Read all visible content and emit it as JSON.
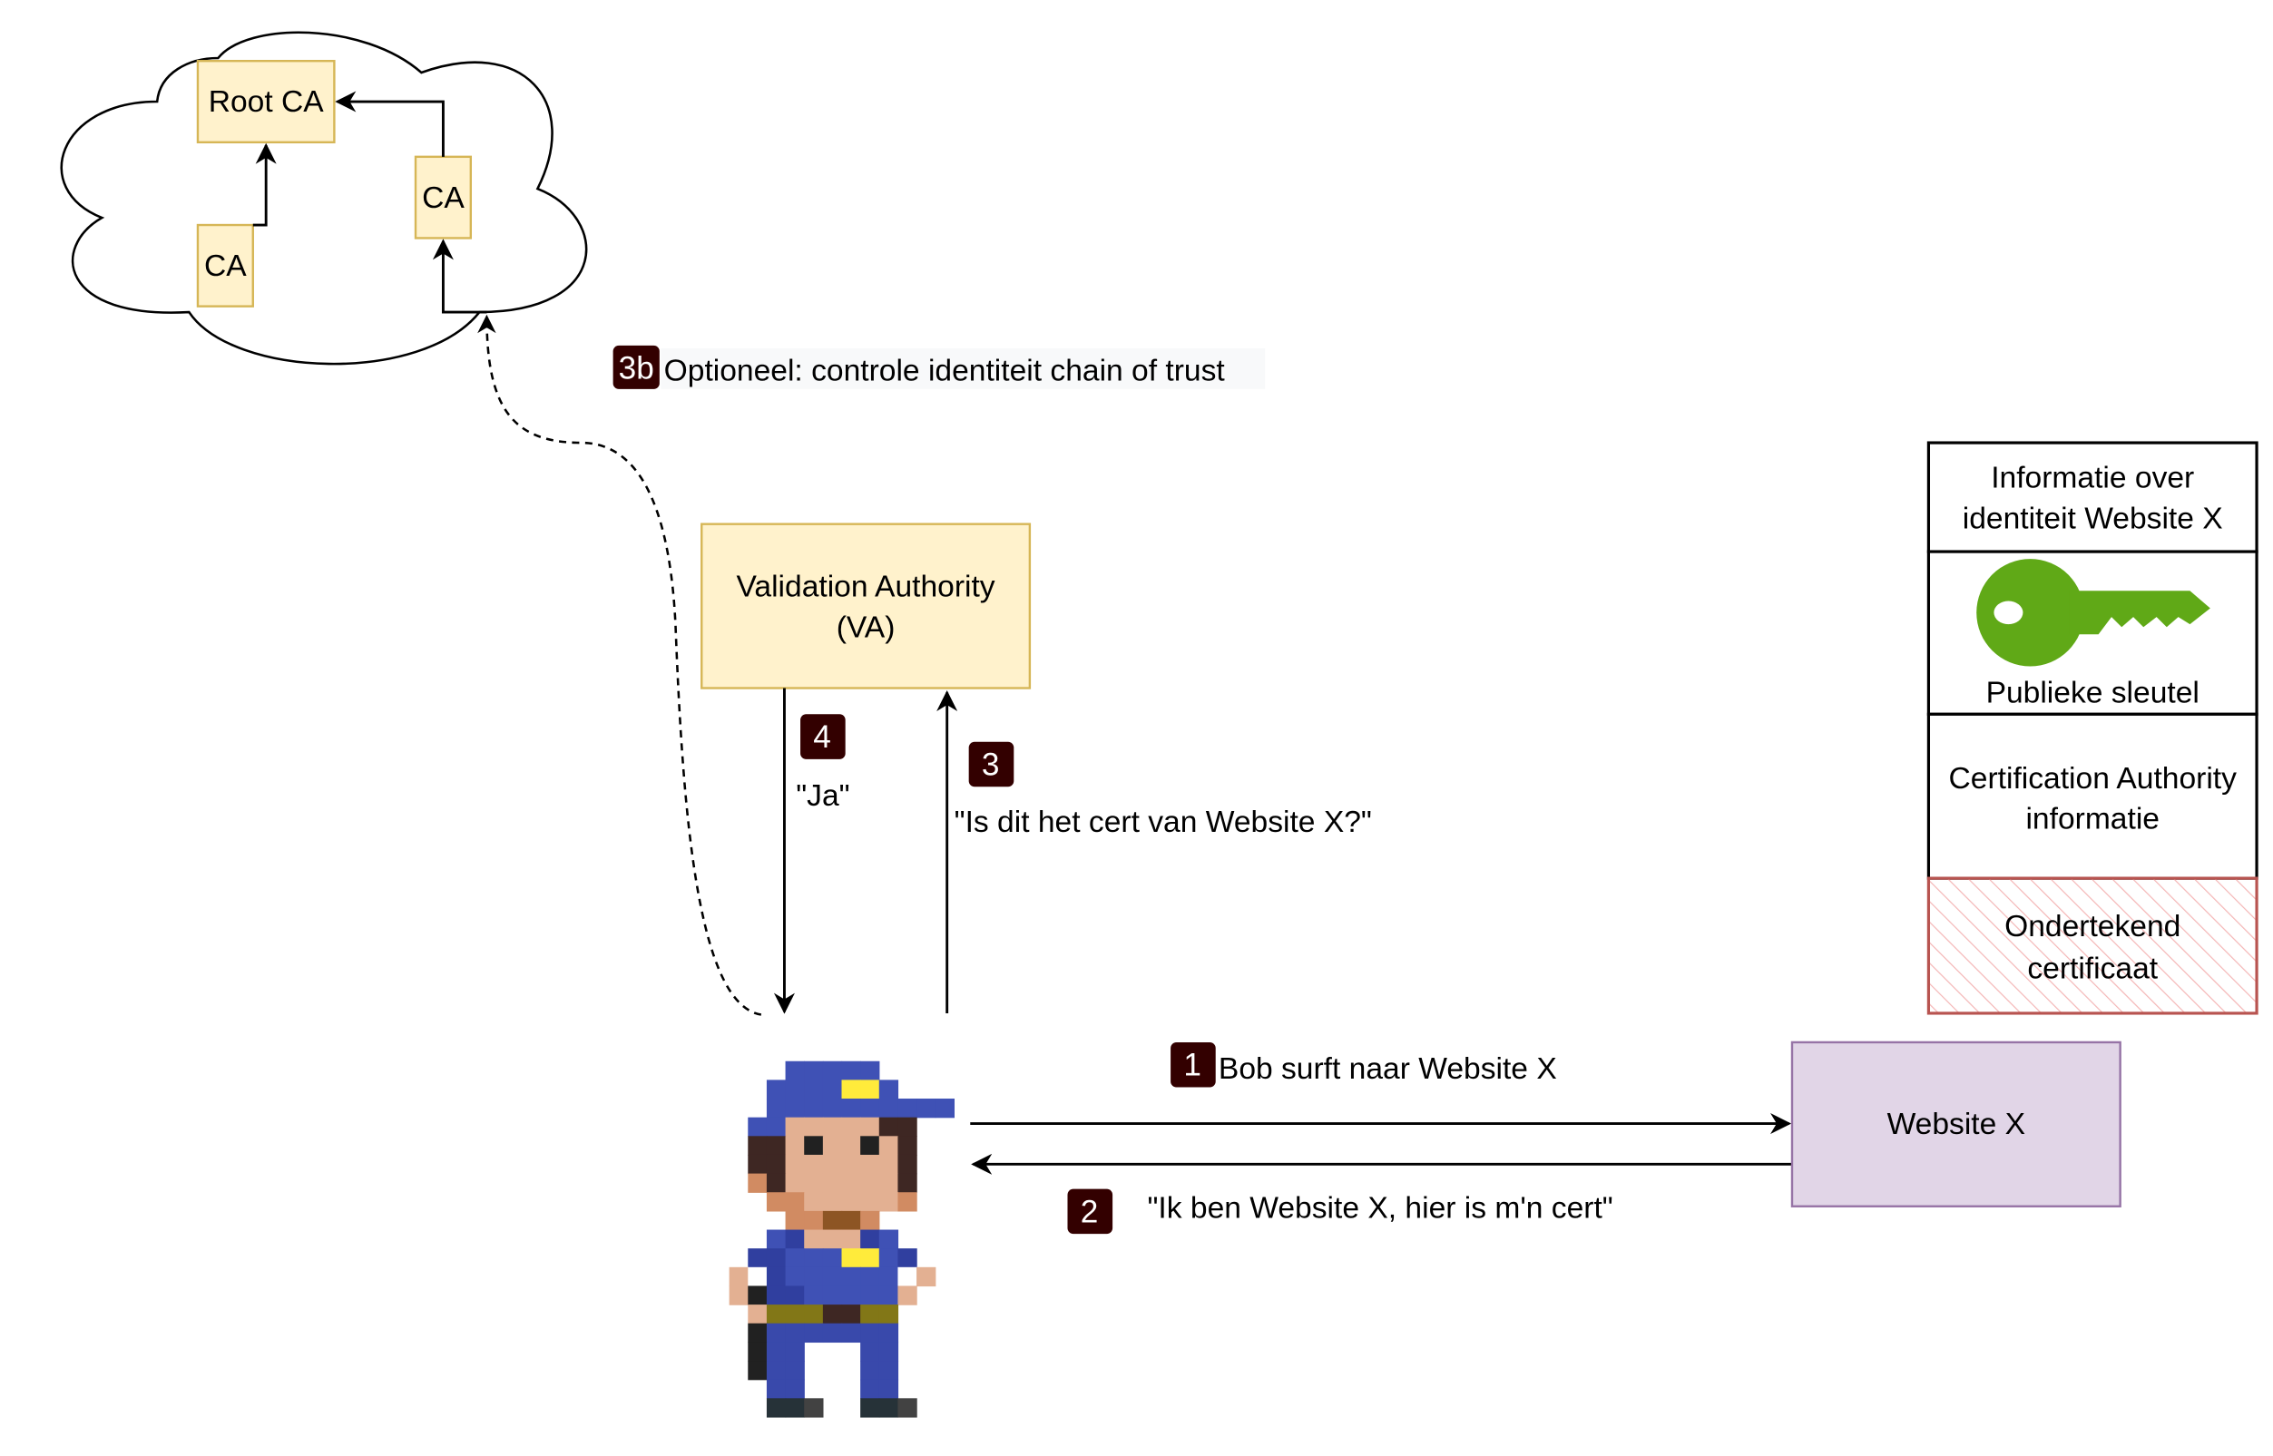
{
  "trust_chain": {
    "root_ca": "Root CA",
    "ca_left": "CA",
    "ca_right": "CA"
  },
  "optional_step": {
    "badge": "3b",
    "text": "Optioneel: controle identiteit chain of trust"
  },
  "va": {
    "line1": "Validation Authority",
    "line2": "(VA)"
  },
  "steps": [
    {
      "badge": "1",
      "text": "Bob surft naar Website X"
    },
    {
      "badge": "2",
      "text": "\"Ik ben Website X, hier is m'n cert\""
    },
    {
      "badge": "3",
      "text": "\"Is dit het cert van Website X?\""
    },
    {
      "badge": "4",
      "text": "\"Ja\""
    }
  ],
  "website": {
    "label": "Website X"
  },
  "certificate": {
    "identity": [
      "Informatie over",
      "identiteit Website X"
    ],
    "public_key": "Publieke sleutel",
    "ca_info": [
      "Certification Authority",
      "informatie"
    ],
    "signed": [
      "Ondertekend",
      "certificaat"
    ]
  },
  "colors": {
    "ca_fill": "#fff2cc",
    "ca_stroke": "#d6b656",
    "website_fill": "#e1d5e7",
    "website_stroke": "#9673a6",
    "signed_stroke": "#b85450",
    "key": "#60a917",
    "badge": "#330000"
  }
}
